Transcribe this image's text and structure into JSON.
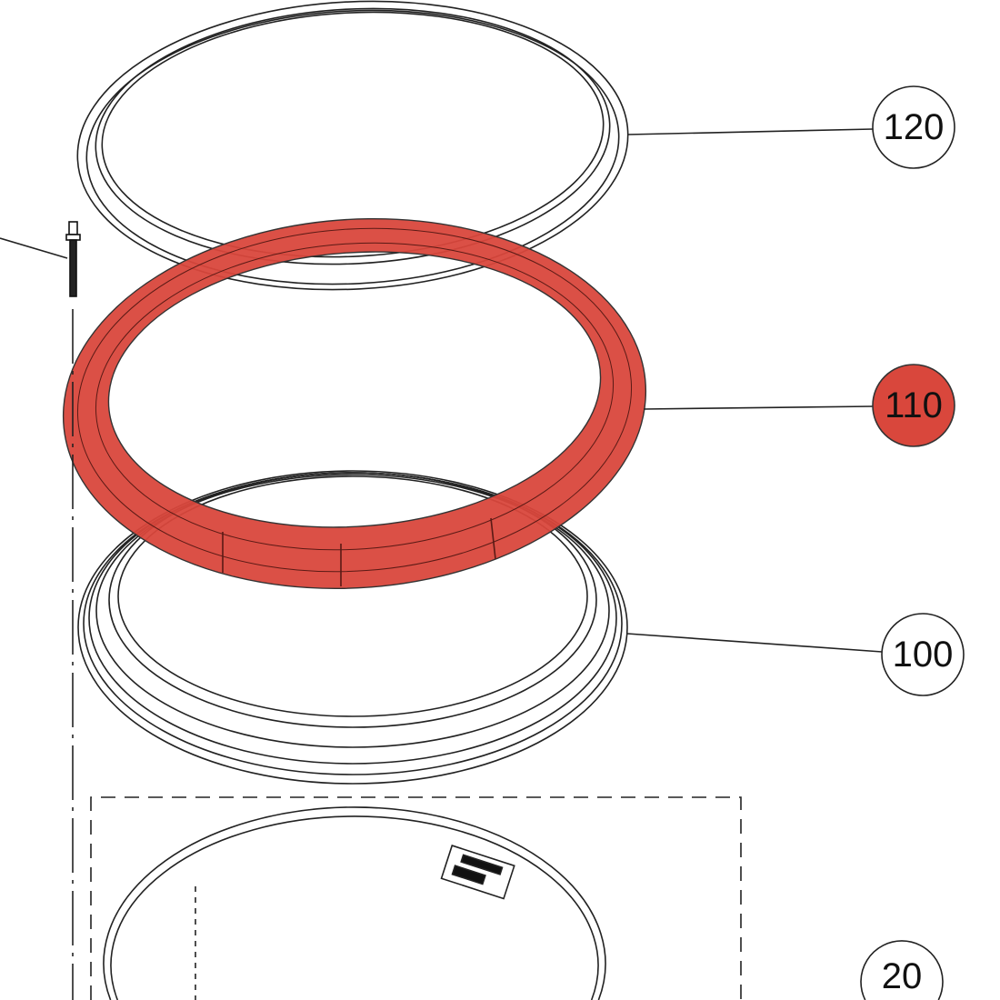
{
  "callouts": [
    {
      "id": "120",
      "label": "120",
      "highlighted": false
    },
    {
      "id": "110",
      "label": "110",
      "highlighted": true
    },
    {
      "id": "100",
      "label": "100",
      "highlighted": false
    },
    {
      "id": "20",
      "label": "20",
      "highlighted": false
    }
  ],
  "colors": {
    "highlight": "#d9473c",
    "line": "#222222"
  }
}
